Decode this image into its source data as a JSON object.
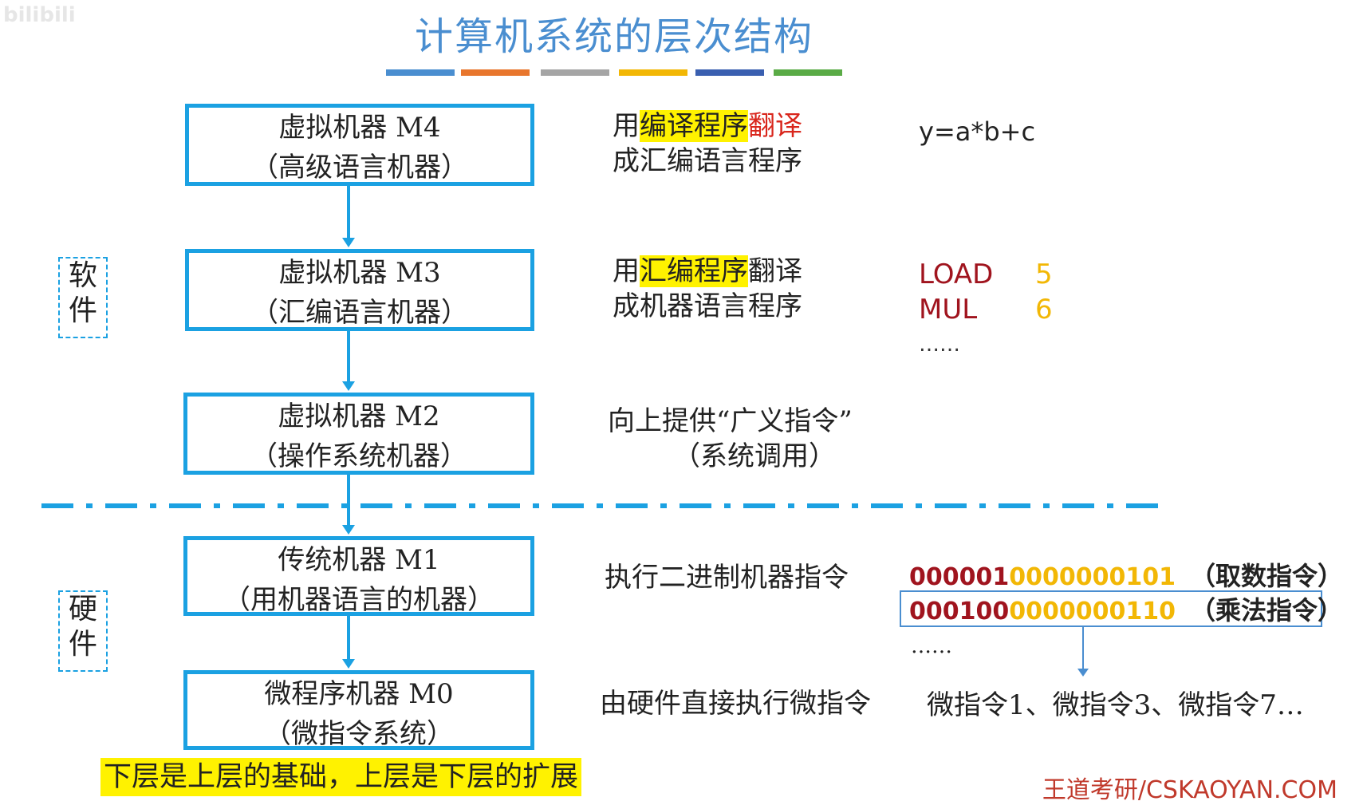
{
  "watermark": "bilibili",
  "title": "计算机系统的层次结构",
  "color_bars": [
    "#4a8ed0",
    "#e8762d",
    "#a5a5a5",
    "#f2b705",
    "#3a5fb0",
    "#5aab46"
  ],
  "levels": [
    {
      "name": "虚拟机器 M4",
      "sub": "（高级语言机器）"
    },
    {
      "name": "虚拟机器 M3",
      "sub": "（汇编语言机器）"
    },
    {
      "name": "虚拟机器 M2",
      "sub": "（操作系统机器）"
    },
    {
      "name": "传统机器 M1",
      "sub": "（用机器语言的机器）"
    },
    {
      "name": "微程序机器 M0",
      "sub": "（微指令系统）"
    }
  ],
  "side_labels": {
    "software": [
      "软",
      "件"
    ],
    "hardware": [
      "硬",
      "件"
    ]
  },
  "descriptions": {
    "m4": {
      "a": "用",
      "b": "编译程序",
      "c": "翻译",
      "line2": "成汇编语言程序"
    },
    "m3": {
      "a": "用",
      "b": "汇编程序",
      "c": "翻译",
      "line2": "成机器语言程序"
    },
    "m2": {
      "line1": "向上提供“广义指令”",
      "line2": "（系统调用）"
    },
    "m1": "执行二进制机器指令",
    "m0": "由硬件直接执行微指令"
  },
  "examples": {
    "m4": "y=a*b+c",
    "m3": [
      {
        "op": "LOAD",
        "arg": "5"
      },
      {
        "op": "MUL",
        "arg": "6"
      }
    ],
    "m3_ellipsis": "……",
    "m1": [
      {
        "opcode": "000001",
        "addr": "0000000101",
        "note": "（取数指令）"
      },
      {
        "opcode": "000100",
        "addr": "0000000110",
        "note": "（乘法指令）"
      }
    ],
    "m1_ellipsis": "……",
    "m0": "微指令1、微指令3、微指令7…"
  },
  "bottom_note": "下层是上层的基础，上层是下层的扩展",
  "brand": "王道考研/CSKAOYAN.COM"
}
